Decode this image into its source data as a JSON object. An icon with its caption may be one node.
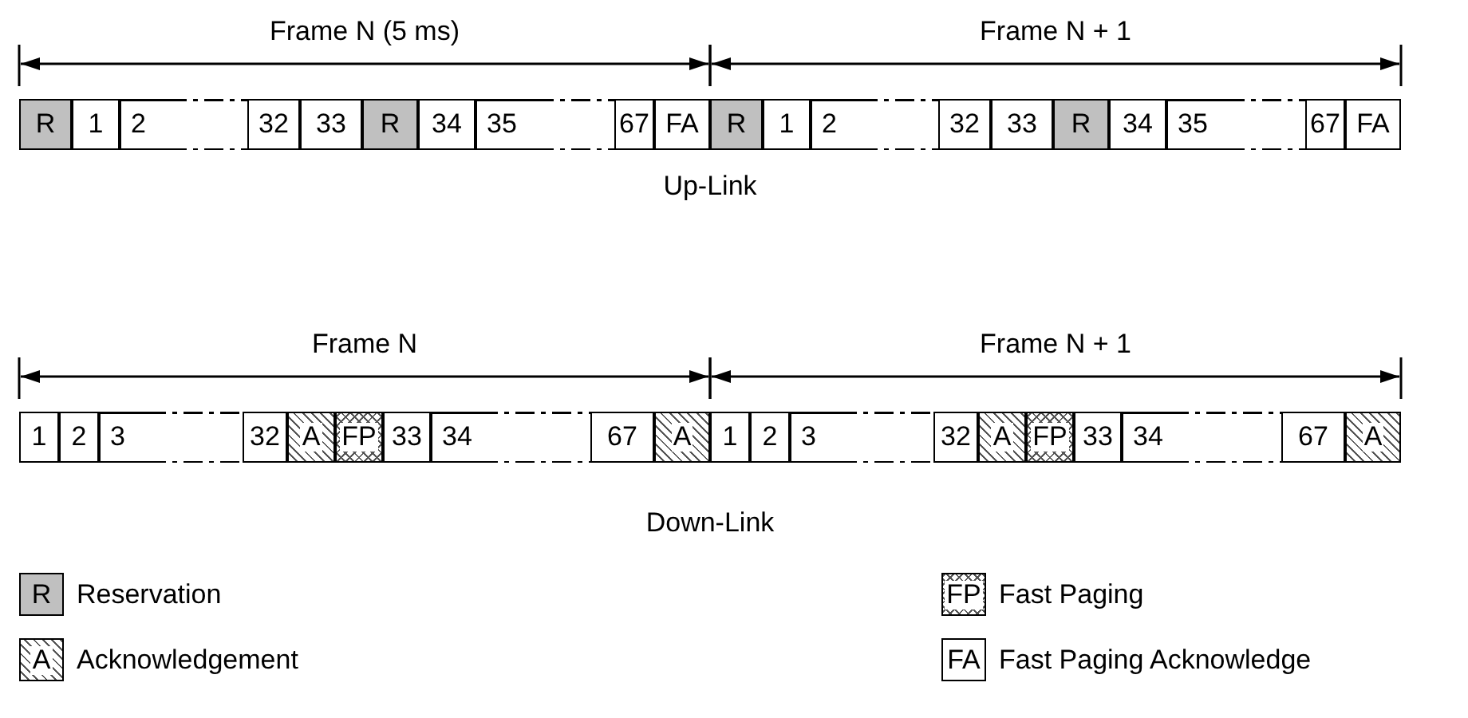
{
  "diagram": {
    "nodes": [
      {
        "text": [
          "R"
        ]
      },
      {
        "text": [
          "1"
        ]
      },
      {
        "text": [
          "2"
        ]
      },
      {
        "text": [
          "32"
        ]
      },
      {
        "text": [
          "33"
        ]
      },
      {
        "text": [
          "R"
        ]
      },
      {
        "text": [
          "34"
        ]
      },
      {
        "text": [
          "35"
        ]
      },
      {
        "text": [
          "67"
        ]
      },
      {
        "text": [
          "FA"
        ]
      },
      {
        "text": [
          "R"
        ]
      },
      {
        "text": [
          "1"
        ]
      },
      {
        "text": [
          "2"
        ]
      },
      {
        "text": [
          "32"
        ]
      },
      {
        "text": [
          "33"
        ]
      },
      {
        "text": [
          "R"
        ]
      },
      {
        "text": [
          "34"
        ]
      },
      {
        "text": [
          "35"
        ]
      },
      {
        "text": [
          "67"
        ]
      },
      {
        "text": [
          "FA"
        ]
      },
      {
        "text": [
          "1"
        ]
      },
      {
        "text": [
          "2"
        ]
      },
      {
        "text": [
          "3"
        ]
      },
      {
        "text": [
          "32"
        ]
      },
      {
        "text": [
          "A"
        ]
      },
      {
        "text": [
          "FP"
        ]
      },
      {
        "text": [
          "33"
        ]
      },
      {
        "text": [
          "34"
        ]
      },
      {
        "text": [
          "67"
        ]
      },
      {
        "text": [
          "A"
        ]
      },
      {
        "text": [
          "1"
        ]
      },
      {
        "text": [
          "2"
        ]
      },
      {
        "text": [
          "3"
        ]
      },
      {
        "text": [
          "32"
        ]
      },
      {
        "text": [
          "A"
        ]
      },
      {
        "text": [
          "FP"
        ]
      },
      {
        "text": [
          "33"
        ]
      },
      {
        "text": [
          "34"
        ]
      },
      {
        "text": [
          "67"
        ]
      },
      {
        "text": [
          "A"
        ]
      },
      {
        "text": [
          "R"
        ],
        "beside": [
          "Reservation"
        ]
      },
      {
        "text": [
          "FP"
        ],
        "beside": [
          "Fast Paging"
        ]
      },
      {
        "text": [
          "A"
        ],
        "beside": [
          "Acknowledgement"
        ]
      },
      {
        "text": [
          "FA"
        ],
        "beside": [
          "Fast Paging Acknowledge"
        ]
      }
    ],
    "labels": [
      "Frame N (5 ms)",
      "Frame N + 1",
      "Up-Link",
      "Frame N",
      "Frame N + 1",
      "Down-Link"
    ]
  }
}
